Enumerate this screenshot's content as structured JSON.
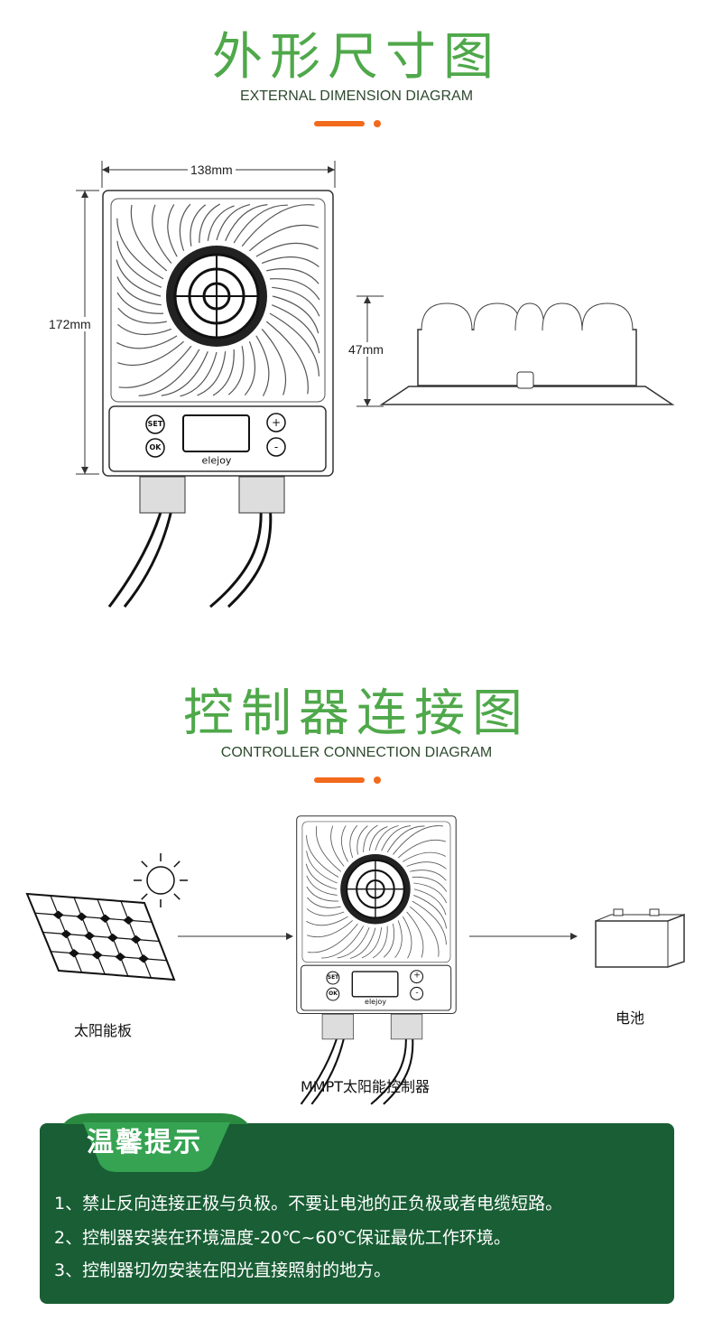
{
  "section1": {
    "title_cn": "外形尺寸图",
    "title_en": "EXTERNAL DIMENSION DIAGRAM",
    "width_label": "138mm",
    "height_label": "172mm",
    "depth_label": "47mm"
  },
  "device": {
    "brand": "elejoy",
    "buttons": [
      "SET",
      "OK",
      "+",
      "-"
    ]
  },
  "section2": {
    "title_cn": "控制器连接图",
    "title_en": "CONTROLLER CONNECTION DIAGRAM",
    "solar_panel_label": "太阳能板",
    "controller_label": "MMPT太阳能控制器",
    "battery_label": "电池"
  },
  "tips": {
    "title": "温馨提示",
    "items": [
      "1、禁止反向连接正极与负极。不要让电池的正负极或者电缆短路。",
      "2、控制器安装在环境温度-20℃~60℃保证最优工作环境。",
      "3、控制器切勿安装在阳光直接照射的地方。"
    ]
  },
  "colors": {
    "title_green": "#4fa84a",
    "accent_orange": "#f26a1b",
    "panel_green": "#195e35",
    "tab_green": "#2f9e4a"
  }
}
